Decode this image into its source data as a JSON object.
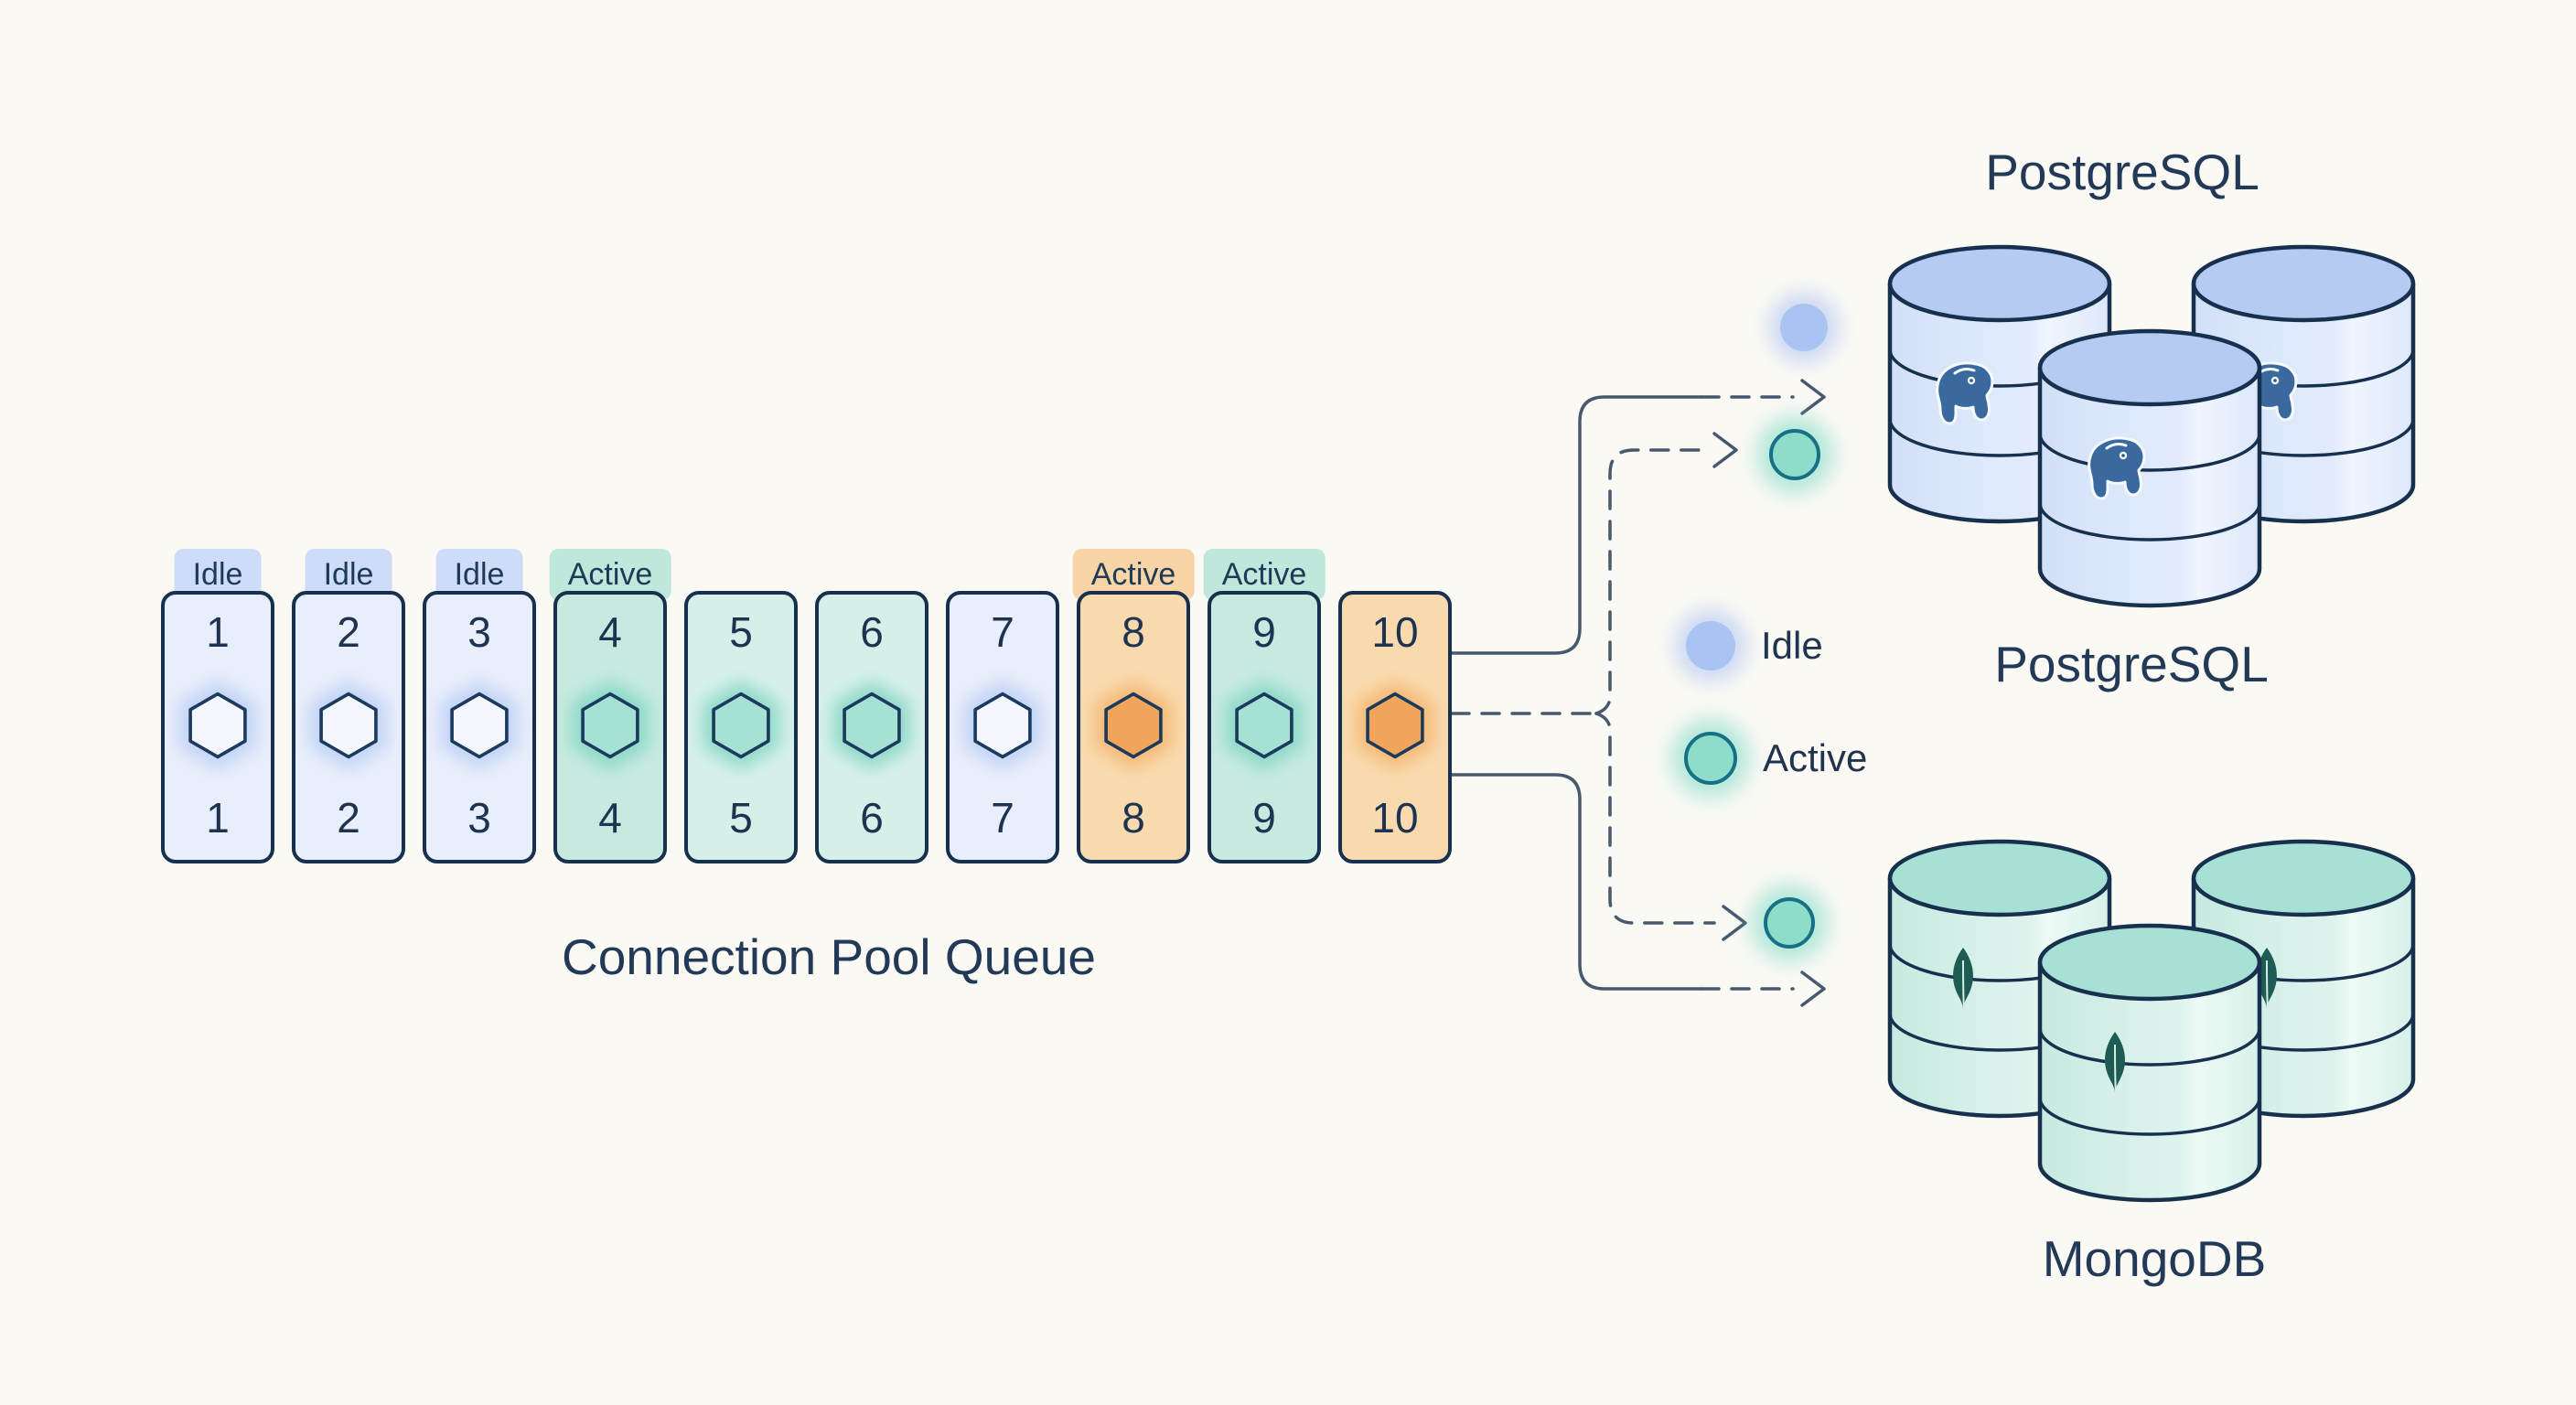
{
  "title": "Connection Pool Queue",
  "pool": {
    "cards": [
      {
        "number": "1",
        "state": "idle",
        "color": "blue",
        "tag": "Idle"
      },
      {
        "number": "2",
        "state": "idle",
        "color": "blue",
        "tag": "Idle"
      },
      {
        "number": "3",
        "state": "idle",
        "color": "blue",
        "tag": "Idle"
      },
      {
        "number": "4",
        "state": "active",
        "color": "teal",
        "tag": "Active"
      },
      {
        "number": "5",
        "state": "active",
        "color": "teal"
      },
      {
        "number": "6",
        "state": "active",
        "color": "teal"
      },
      {
        "number": "7",
        "state": "idle",
        "color": "blue"
      },
      {
        "number": "8",
        "state": "active",
        "color": "orange",
        "tag": "Active"
      },
      {
        "number": "9",
        "state": "active",
        "color": "teal",
        "tag": "Active"
      },
      {
        "number": "10",
        "state": "active",
        "color": "orange"
      }
    ]
  },
  "legend": {
    "idle_label": "Idle",
    "active_label": "Active"
  },
  "databases": {
    "postgresql_title": "PostgreSQL",
    "postgresql_caption": "PostgreSQL",
    "mongodb_caption": "MongoDB",
    "postgresql_nodes": 3,
    "mongodb_nodes": 3
  },
  "flow": {
    "postgresql_dots": [
      "idle",
      "active"
    ],
    "mongodb_dots": [
      "active"
    ]
  },
  "colors": {
    "background": "#faf9f4",
    "ink": "#1d3350",
    "connector": "#47596f",
    "idle_fill": "#e8eefb",
    "idle_accent": "#a9c3f2",
    "active_fill": "#d6f0e9",
    "active_accent": "#8edcca",
    "active_ring": "#177186",
    "busy_fill": "#f9daae",
    "busy_accent": "#f0a55a",
    "postgres_top": "#b6cbf3",
    "postgres_body": "#dde9fc",
    "postgres_logo": "#3a699f",
    "mongo_top": "#a7e0d5",
    "mongo_body": "#d8f1ea",
    "mongo_leaf": "#1e5b52"
  }
}
